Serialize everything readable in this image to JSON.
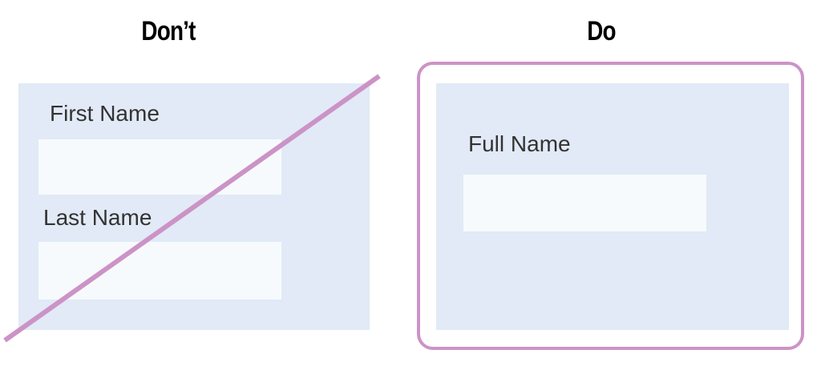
{
  "dont": {
    "heading": "Don’t",
    "fields": [
      {
        "label": "First Name",
        "value": ""
      },
      {
        "label": "Last Name",
        "value": ""
      }
    ]
  },
  "do": {
    "heading": "Do",
    "fields": [
      {
        "label": "Full Name",
        "value": ""
      }
    ]
  },
  "colors": {
    "panel": "#e1eaf6",
    "input": "#f7fafd",
    "accent": "#cc93c6",
    "label": "#333333"
  }
}
